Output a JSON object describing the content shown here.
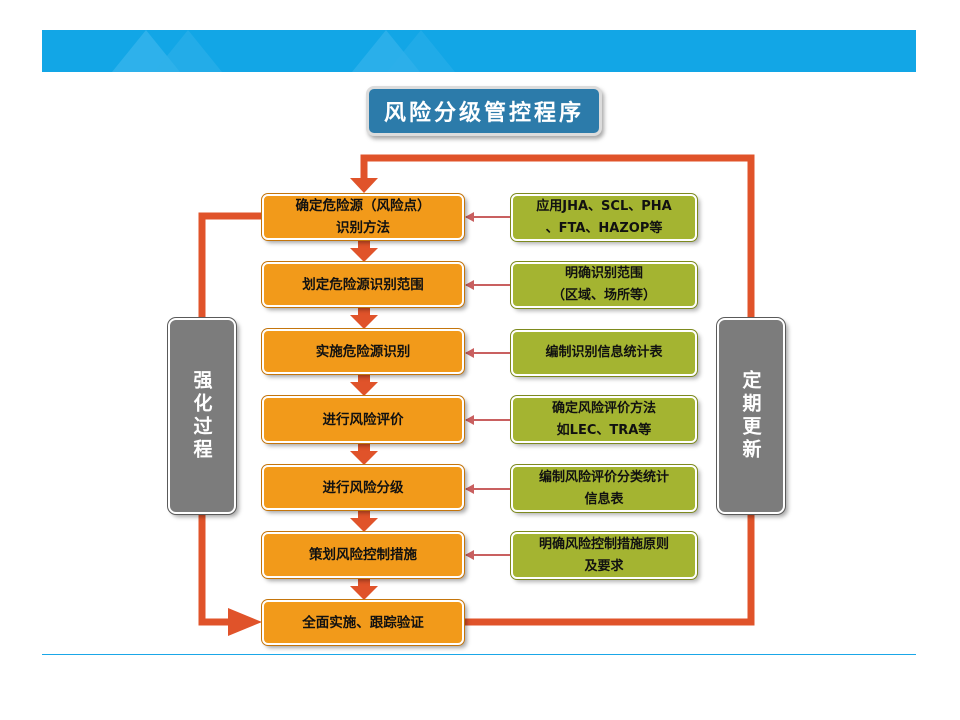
{
  "title": "风险分级管控程序",
  "steps": [
    {
      "label": "确定危险源（风险点）\n识别方法"
    },
    {
      "label": "划定危险源识别范围"
    },
    {
      "label": "实施危险源识别"
    },
    {
      "label": "进行风险评价"
    },
    {
      "label": "进行风险分级"
    },
    {
      "label": "策划风险控制措施"
    },
    {
      "label": "全面实施、跟踪验证"
    }
  ],
  "notes": [
    {
      "label": "应用JHA、SCL、PHA\n、FTA、HAZOP等"
    },
    {
      "label": "明确识别范围\n（区域、场所等）"
    },
    {
      "label": "编制识别信息统计表"
    },
    {
      "label": "确定风险评价方法\n如LEC、TRA等"
    },
    {
      "label": "编制风险评价分类统计\n信息表"
    },
    {
      "label": "明确风险控制措施原则\n及要求"
    }
  ],
  "side_left": {
    "label": "强化过程"
  },
  "side_right": {
    "label": "定期更新"
  },
  "colors": {
    "banner": "#12a6e6",
    "step_fill": "#f29a1a",
    "note_fill": "#a4b431",
    "side_fill": "#7c7c7c",
    "loop_arrow": "#e0532a",
    "title_fill": "#2c7baa"
  }
}
